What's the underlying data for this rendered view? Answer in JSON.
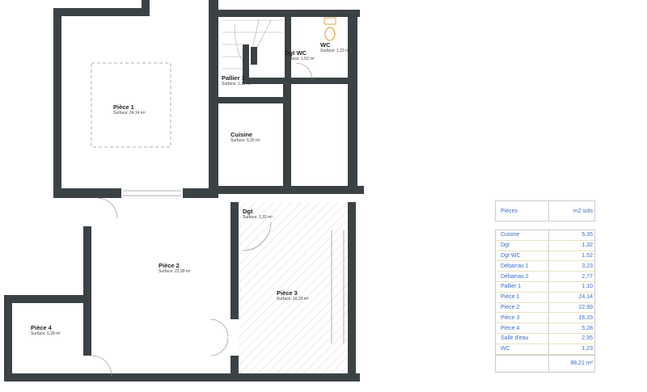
{
  "rooms": {
    "piece1": {
      "name": "Pièce 1",
      "surface": "Surface: 24,14 m²"
    },
    "piece2": {
      "name": "Pièce 2",
      "surface": "Surface: 22,99 m²"
    },
    "piece3": {
      "name": "Pièce 3",
      "surface": "Surface: 16,33 m²"
    },
    "piece4": {
      "name": "Pièce 4",
      "surface": "Surface: 5,28 m²"
    },
    "cuisine": {
      "name": "Cuisine",
      "surface": "Surface: 5,35 m²"
    },
    "pallier1": {
      "name": "Pallier 1",
      "surface": "Surface: 1,10 m²"
    },
    "dgtwc": {
      "name": "Dgt WC",
      "surface": "Surface: 1,52 m²"
    },
    "wc": {
      "name": "WC",
      "surface": "Surface: 1,23 m²"
    },
    "dgt": {
      "name": "Dgt",
      "surface": "Surface: 1,32 m²"
    }
  },
  "table": {
    "header": {
      "col1": "Pièces",
      "col2": "m2 sols"
    },
    "rows": [
      {
        "name": "Cuisine",
        "value": "5,35"
      },
      {
        "name": "Dgt",
        "value": "1,32"
      },
      {
        "name": "Dgt WC",
        "value": "1,52"
      },
      {
        "name": "Débarras 1",
        "value": "3,23"
      },
      {
        "name": "Débarras 2",
        "value": "2,77"
      },
      {
        "name": "Pallier 1",
        "value": "1,10"
      },
      {
        "name": "Pièce 1",
        "value": "24,14"
      },
      {
        "name": "Pièce 2",
        "value": "22,99"
      },
      {
        "name": "Pièce 3",
        "value": "16,33"
      },
      {
        "name": "Pièce 4",
        "value": "5,28"
      },
      {
        "name": "Salle d'eau",
        "value": "2,95"
      },
      {
        "name": "WC",
        "value": "1,23"
      }
    ],
    "total": "88,21 m²"
  },
  "colors": {
    "wall": "#3b4246",
    "table_text": "#3a6fc8",
    "wc_fixture": "#e6a640"
  }
}
